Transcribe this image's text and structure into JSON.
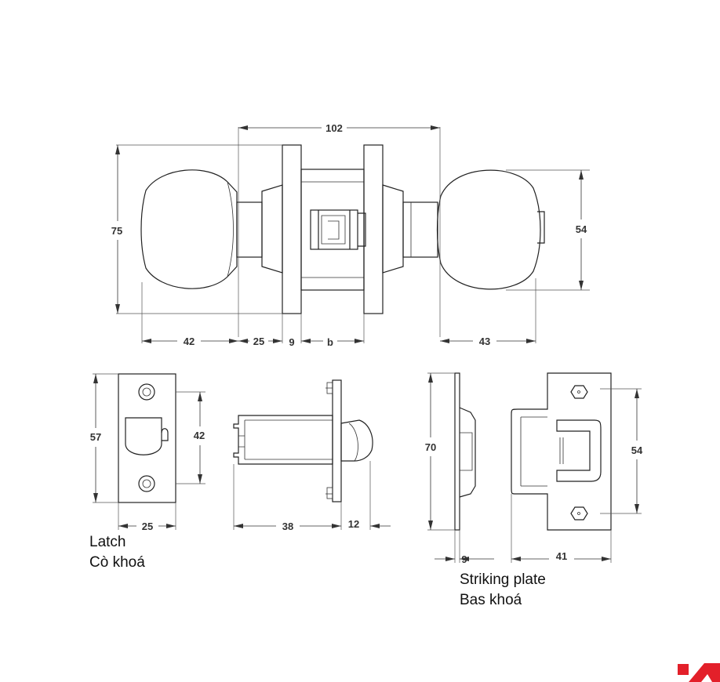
{
  "dimensions": {
    "overall_width": "102",
    "knob_height": "75",
    "knob_diameter": "54",
    "left_knob_length": "42",
    "left_neck": "25",
    "rose_thickness": "9",
    "door_thickness": "b",
    "right_knob_length": "43",
    "latch_height": "57",
    "latch_hole_spacing": "42",
    "latch_width": "25",
    "latch_length": "38",
    "latch_bolt_projection": "12",
    "strike_height": "70",
    "strike_hole_spacing": "54",
    "strike_thickness": "9",
    "strike_width": "41"
  },
  "captions": {
    "latch_en": "Latch",
    "latch_vi": "Cò khoá",
    "strike_en": "Striking plate",
    "strike_vi": "Bas khoá"
  },
  "colors": {
    "line": "#222222",
    "brand_red": "#e3202a"
  },
  "logo": "hafele-logo"
}
